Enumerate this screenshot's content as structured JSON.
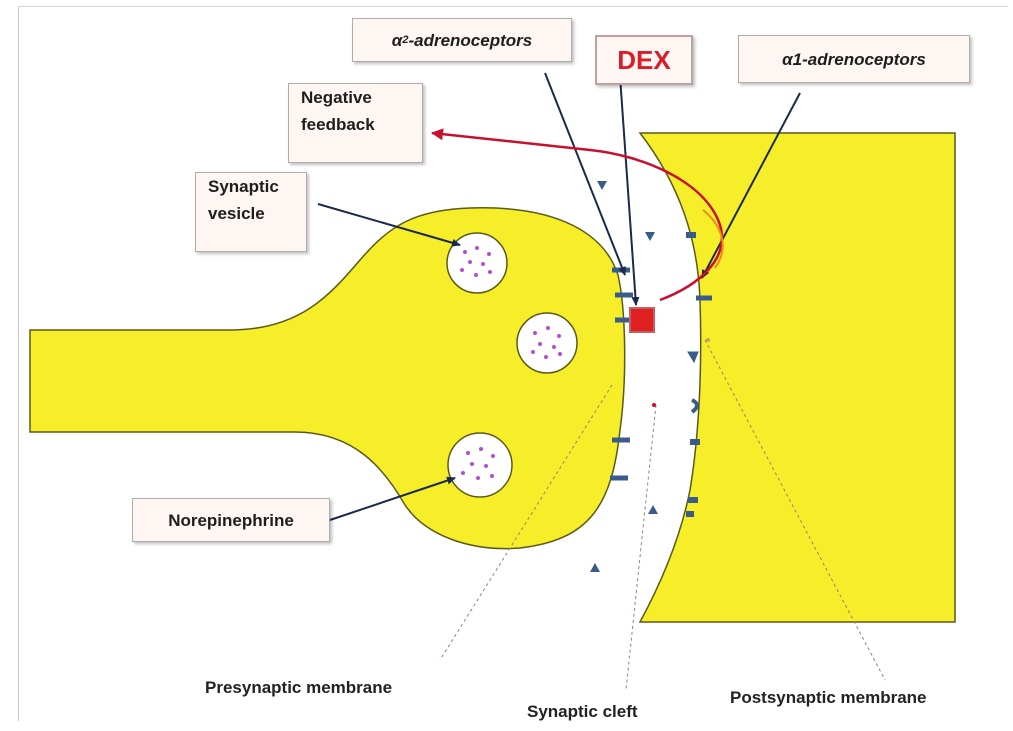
{
  "labels": {
    "alpha2": {
      "prefix": "α",
      "subscript": "2",
      "suffix": "-adrenoceptors"
    },
    "alpha1": "α1-adrenoceptors",
    "dex": "DEX",
    "negative_feedback_line1": "Negative",
    "negative_feedback_line2": "feedback",
    "synaptic_vesicle_line1": "Synaptic",
    "synaptic_vesicle_line2": "vesicle",
    "norepinephrine": "Norepinephrine",
    "presynaptic_membrane": "Presynaptic membrane",
    "synaptic_cleft": "Synaptic cleft",
    "postsynaptic_membrane": "Postsynaptic membrane"
  },
  "colors": {
    "neuron_fill": "#f7ee2a",
    "membrane_outline": "#5a5a1a",
    "receptor": "#3a5c8a",
    "feedback_arrow": "#c8102e",
    "dex_marker": "#e02020",
    "vesicle_dot": "#b04fd0",
    "pointer_line": "#1a2a4a"
  }
}
